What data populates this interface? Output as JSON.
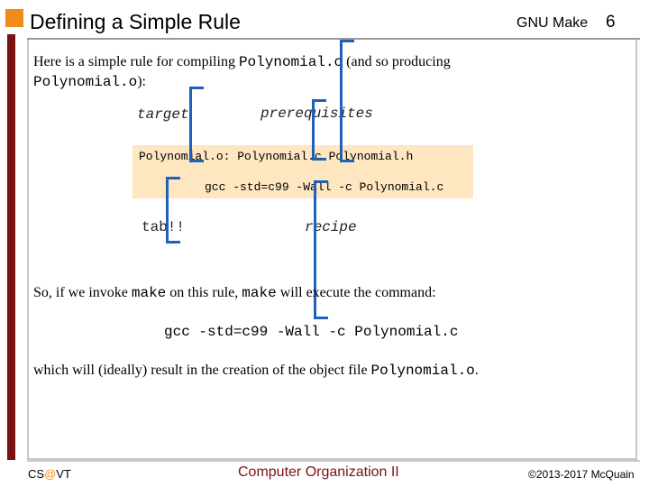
{
  "header": {
    "title": "Defining a Simple Rule",
    "topic": "GNU Make",
    "page_number": "6"
  },
  "intro": {
    "t1": "Here is a simple rule for compiling ",
    "c1": "Polynomial.c",
    "t2": " (and so producing ",
    "c2": "Polynomial.o",
    "t3": "):"
  },
  "labels": {
    "target": "target",
    "prerequisites": "prerequisites",
    "tab": "tab!!",
    "recipe": "recipe"
  },
  "code": {
    "line1": "Polynomial.o: Polynomial.c Polynomial.h",
    "line2": "gcc -std=c99 -Wall -c Polynomial.c"
  },
  "para2": {
    "t1": "So, if we invoke ",
    "c1": "make",
    "t2": " on this rule, ",
    "c2": "make",
    "t3": " will execute the command:"
  },
  "command": "gcc -std=c99 -Wall -c Polynomial.c",
  "para3": {
    "t1": "which will (ideally) result in the creation of the object file ",
    "c1": "Polynomial.o",
    "t2": "."
  },
  "footer": {
    "left_a": "CS",
    "left_at": "@",
    "left_b": "VT",
    "center": "Computer Organization II",
    "right": "©2013-2017 McQuain"
  },
  "colors": {
    "accent_orange": "#f08c1c",
    "left_bar": "#7a1212",
    "bracket_blue": "#1d62b8",
    "code_bg": "#fde6c0"
  }
}
